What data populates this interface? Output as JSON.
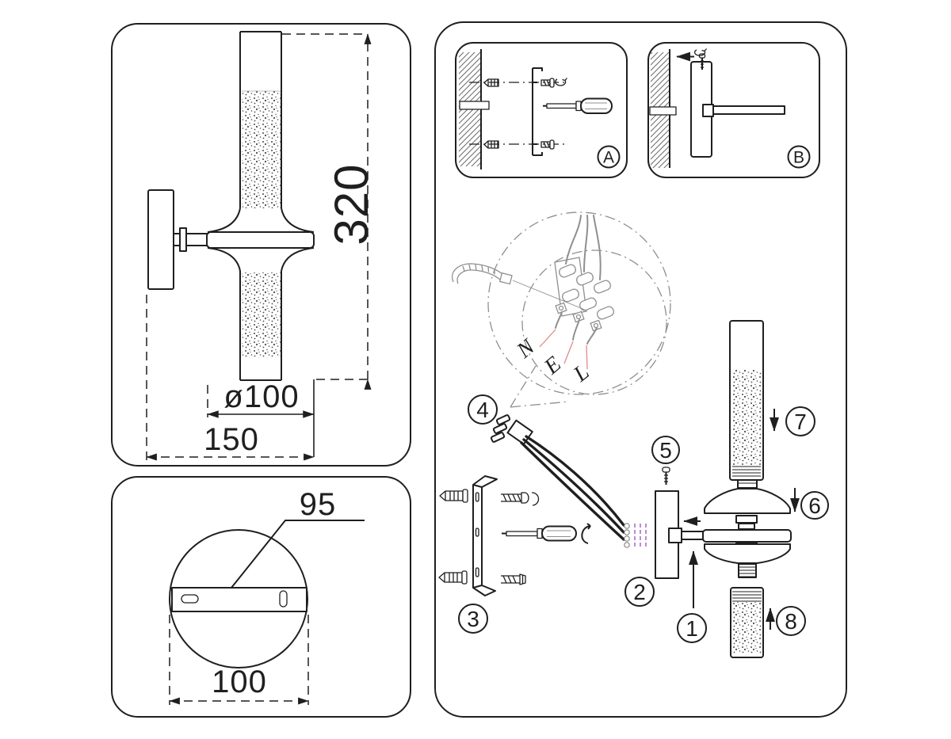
{
  "doc": {
    "type": "wall-lamp installation diagram"
  },
  "side_view": {
    "dim_height": "320",
    "dim_diameter": "ø100",
    "dim_depth": "150"
  },
  "top_view": {
    "dim_bracket": "95",
    "dim_base": "100"
  },
  "steps": {
    "a": "A",
    "b": "B"
  },
  "wiring": {
    "n": "N",
    "e": "E",
    "l": "L"
  },
  "parts": {
    "p1": "1",
    "p2": "2",
    "p3": "3",
    "p4": "4",
    "p5": "5",
    "p6": "6",
    "p7": "7",
    "p8": "8"
  },
  "colors": {
    "line": "#1f1f1f",
    "detail": "#8f8f8f",
    "leader": "#e08a8a",
    "insert": "#b77fce",
    "bg": "#ffffff"
  }
}
